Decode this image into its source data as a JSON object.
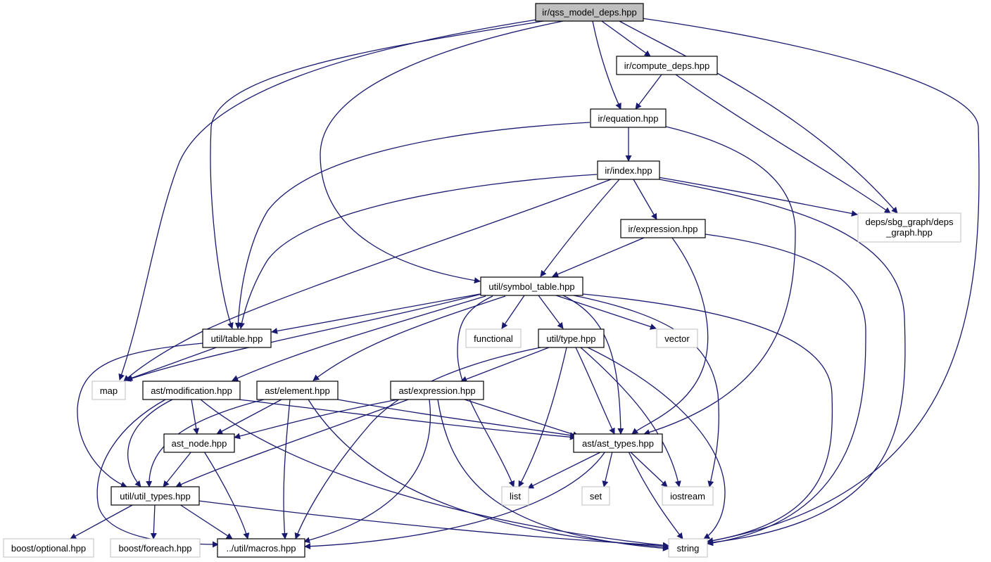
{
  "nodes": {
    "qss_model_deps": [
      "ir/qss_model_deps.hpp"
    ],
    "compute_deps": [
      "ir/compute_deps.hpp"
    ],
    "equation": [
      "ir/equation.hpp"
    ],
    "index": [
      "ir/index.hpp"
    ],
    "deps_graph": [
      "deps/sbg_graph/deps",
      "_graph.hpp"
    ],
    "ir_expression": [
      "ir/expression.hpp"
    ],
    "symbol_table": [
      "util/symbol_table.hpp"
    ],
    "table": [
      "util/table.hpp"
    ],
    "functional": [
      "functional"
    ],
    "type": [
      "util/type.hpp"
    ],
    "vector": [
      "vector"
    ],
    "map": [
      "map"
    ],
    "modification": [
      "ast/modification.hpp"
    ],
    "element": [
      "ast/element.hpp"
    ],
    "ast_expression": [
      "ast/expression.hpp"
    ],
    "ast_node": [
      "ast_node.hpp"
    ],
    "ast_types": [
      "ast/ast_types.hpp"
    ],
    "util_types": [
      "util/util_types.hpp"
    ],
    "list": [
      "list"
    ],
    "set": [
      "set"
    ],
    "iostream": [
      "iostream"
    ],
    "boost_optional": [
      "boost/optional.hpp"
    ],
    "boost_foreach": [
      "boost/foreach.hpp"
    ],
    "macros": [
      "../util/macros.hpp"
    ],
    "string": [
      "string"
    ]
  },
  "colors": {
    "edge": "#191970",
    "root_fill": "#bfbfbf",
    "system_border": "#bfbfbf",
    "node_border": "#000000"
  }
}
